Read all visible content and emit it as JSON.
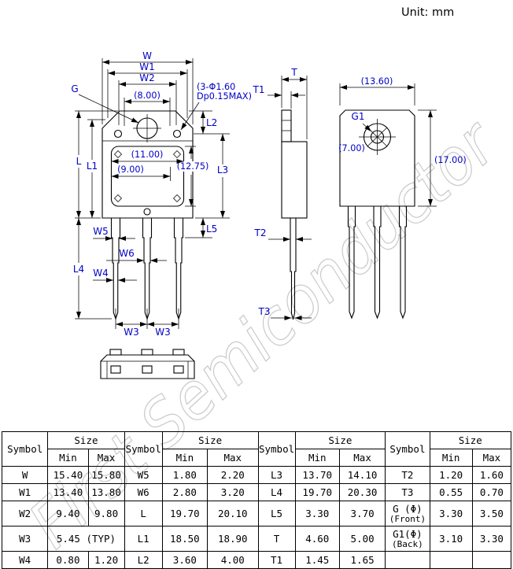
{
  "unit_label": "Unit:  mm",
  "watermark": "First Semiconductor",
  "colors": {
    "dimension_label_blue": "#0000C8",
    "drawing_line": "#000000",
    "watermark_gray": "#AAAAAA"
  },
  "drawing": {
    "front_view": {
      "w": "W",
      "w1": "W1",
      "w2": "W2",
      "hole_pitch": "(8.00)",
      "g": "G",
      "hole_note_line1": "(3-Φ1.60",
      "hole_note_line2": "Dp0.15MAX)",
      "l": "L",
      "l1": "L1",
      "l2": "L2",
      "l3": "L3",
      "l4": "L4",
      "l5": "L5",
      "inner_width": "(11.00)",
      "inner_width2": "(9.00)",
      "inner_height": "(12.75)",
      "w5": "W5",
      "w6": "W6",
      "w4": "W4",
      "w3_left": "W3",
      "w3_right": "W3"
    },
    "side_view": {
      "t": "T",
      "t1": "T1",
      "t2": "T2",
      "t3": "T3"
    },
    "back_view": {
      "width": "(13.60)",
      "g1": "G1",
      "hole": "(7.00)",
      "height": "(17.00)"
    }
  },
  "table": {
    "header": {
      "symbol": "Symbol",
      "size": "Size",
      "min": "Min",
      "max": "Max"
    },
    "rows": [
      [
        {
          "sym": "W",
          "min": "15.40",
          "max": "15.80"
        },
        {
          "sym": "W5",
          "min": "1.80",
          "max": "2.20"
        },
        {
          "sym": "L3",
          "min": "13.70",
          "max": "14.10"
        },
        {
          "sym": "T2",
          "min": "1.20",
          "max": "1.60"
        }
      ],
      [
        {
          "sym": "W1",
          "min": "13.40",
          "max": "13.80"
        },
        {
          "sym": "W6",
          "min": "2.80",
          "max": "3.20"
        },
        {
          "sym": "L4",
          "min": "19.70",
          "max": "20.30"
        },
        {
          "sym": "T3",
          "min": "0.55",
          "max": "0.70"
        }
      ],
      [
        {
          "sym": "W2",
          "min": "9.40",
          "max": "9.80"
        },
        {
          "sym": "L",
          "min": "19.70",
          "max": "20.10"
        },
        {
          "sym": "L5",
          "min": "3.30",
          "max": "3.70"
        },
        {
          "sym": "G (Φ)",
          "sym2": "(Front)",
          "min": "3.30",
          "max": "3.50"
        }
      ],
      [
        {
          "sym": "W3",
          "typ": "5.45 (TYP)"
        },
        {
          "sym": "L1",
          "min": "18.50",
          "max": "18.90"
        },
        {
          "sym": "T",
          "min": "4.60",
          "max": "5.00"
        },
        {
          "sym": "G1(Φ)",
          "sym2": "(Back)",
          "min": "3.10",
          "max": "3.30"
        }
      ],
      [
        {
          "sym": "W4",
          "min": "0.80",
          "max": "1.20"
        },
        {
          "sym": "L2",
          "min": "3.60",
          "max": "4.00"
        },
        {
          "sym": "T1",
          "min": "1.45",
          "max": "1.65"
        },
        {
          "sym": "",
          "min": "",
          "max": ""
        }
      ]
    ]
  }
}
